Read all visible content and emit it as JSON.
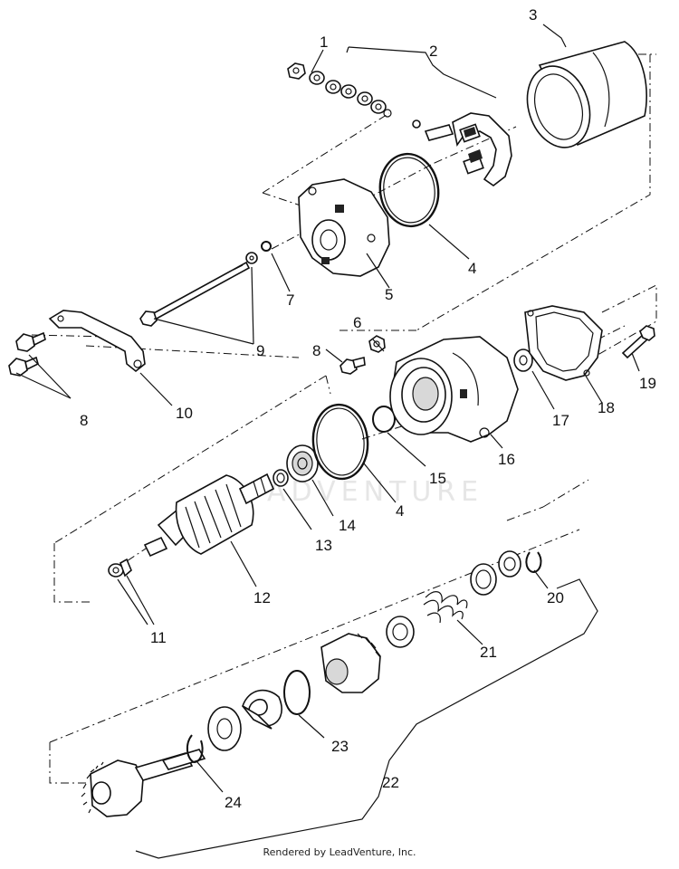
{
  "callouts": [
    {
      "id": "c1",
      "text": "1"
    },
    {
      "id": "c2",
      "text": "2"
    },
    {
      "id": "c3",
      "text": "3"
    },
    {
      "id": "c4a",
      "text": "4"
    },
    {
      "id": "c5",
      "text": "5"
    },
    {
      "id": "c6",
      "text": "6"
    },
    {
      "id": "c7",
      "text": "7"
    },
    {
      "id": "c8a",
      "text": "8"
    },
    {
      "id": "c8b",
      "text": "8"
    },
    {
      "id": "c9",
      "text": "9"
    },
    {
      "id": "c10",
      "text": "10"
    },
    {
      "id": "c11",
      "text": "11"
    },
    {
      "id": "c12",
      "text": "12"
    },
    {
      "id": "c13",
      "text": "13"
    },
    {
      "id": "c14",
      "text": "14"
    },
    {
      "id": "c4b",
      "text": "4"
    },
    {
      "id": "c15",
      "text": "15"
    },
    {
      "id": "c16",
      "text": "16"
    },
    {
      "id": "c17",
      "text": "17"
    },
    {
      "id": "c18",
      "text": "18"
    },
    {
      "id": "c19",
      "text": "19"
    },
    {
      "id": "c20",
      "text": "20"
    },
    {
      "id": "c21",
      "text": "21"
    },
    {
      "id": "c22",
      "text": "22"
    },
    {
      "id": "c23",
      "text": "23"
    },
    {
      "id": "c24",
      "text": "24"
    }
  ],
  "watermark": "ADVENTURE",
  "footer": {
    "credit": "Rendered by LeadVenture, Inc."
  }
}
